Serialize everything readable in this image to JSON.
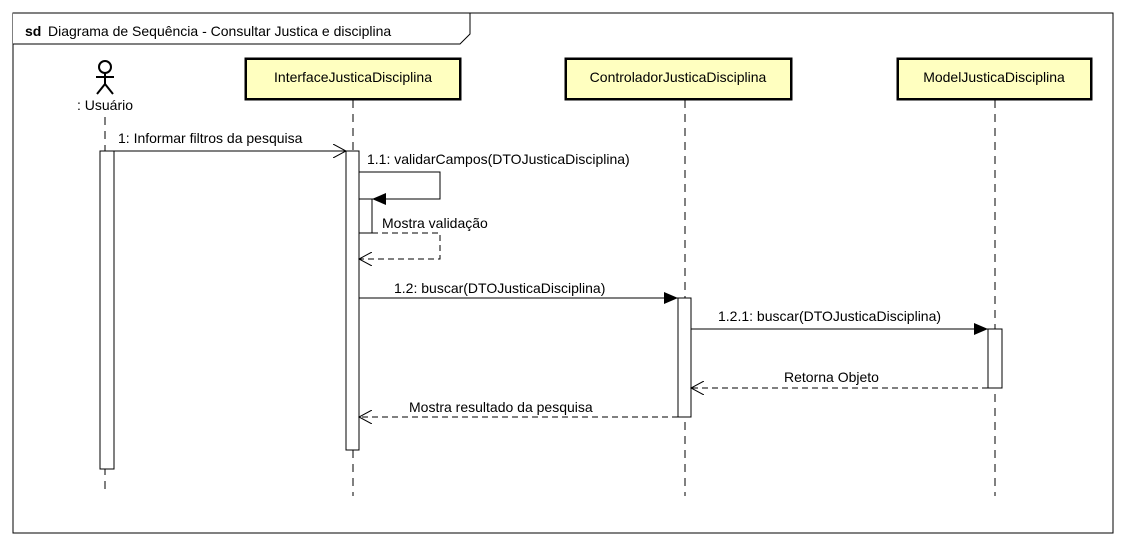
{
  "frame": {
    "keyword": "sd",
    "title": "Diagrama de Sequência - Consultar Justica e disciplina"
  },
  "actor": {
    "label": ": Usuário"
  },
  "lifelines": [
    {
      "label": "InterfaceJusticaDisciplina"
    },
    {
      "label": "ControladorJusticaDisciplina"
    },
    {
      "label": "ModelJusticaDisciplina"
    }
  ],
  "messages": [
    {
      "label": "1: Informar filtros da pesquisa",
      "kind": "async"
    },
    {
      "label": "1.1: validarCampos(DTOJusticaDisciplina)",
      "kind": "sync-self"
    },
    {
      "label": "Mostra validação",
      "kind": "reply-self"
    },
    {
      "label": "1.2: buscar(DTOJusticaDisciplina)",
      "kind": "sync"
    },
    {
      "label": "1.2.1: buscar(DTOJusticaDisciplina)",
      "kind": "sync"
    },
    {
      "label": "Retorna Objeto",
      "kind": "reply"
    },
    {
      "label": "Mostra resultado da pesquisa",
      "kind": "reply"
    }
  ],
  "colors": {
    "lifeline_box_fill": "#FFFFC0",
    "stroke": "#000000",
    "background": "#FFFFFF"
  }
}
